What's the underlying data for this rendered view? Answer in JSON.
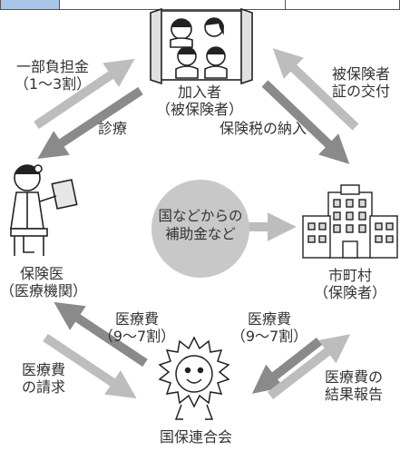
{
  "nodes": {
    "members_line1": "加入者",
    "members_line2": "（被保険者）",
    "doctor_line1": "保険医",
    "doctor_line2": "（医療機関）",
    "municipality_line1": "市町村",
    "municipality_line2": "（保険者）",
    "federation": "国保連合会"
  },
  "center": {
    "line1": "国などからの",
    "line2": "補助金など"
  },
  "flows": {
    "copay_line1": "一部負担金",
    "copay_line2": "（1～3割）",
    "treatment": "診療",
    "card_line1": "被保険者",
    "card_line2": "証の交付",
    "tax": "保険税の納入",
    "pay_left_line1": "医療費",
    "pay_left_line2": "（9～7割）",
    "pay_right_line1": "医療費",
    "pay_right_line2": "（9～7割）",
    "claim_line1": "医療費",
    "claim_line2": "の請求",
    "report_line1": "医療費の",
    "report_line2": "結果報告"
  },
  "colors": {
    "arrow_dark": "#8a8a8a",
    "arrow_light": "#bdbdbd",
    "circle": "#c8c8c8",
    "header_cell": "#a9c6e8"
  },
  "icons": {
    "members": "family-in-window-icon",
    "doctor": "doctor-icon",
    "municipality": "city-hall-building-icon",
    "federation": "sun-mascot-icon"
  }
}
